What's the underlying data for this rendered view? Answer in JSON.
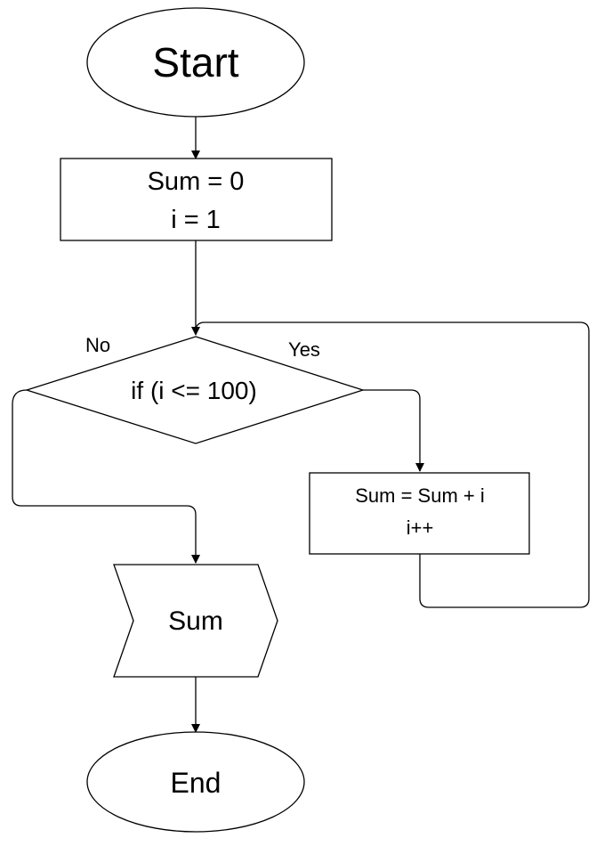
{
  "nodes": {
    "start": {
      "label": "Start"
    },
    "init": {
      "line1": "Sum = 0",
      "line2": "i = 1"
    },
    "decision": {
      "label": "if (i <= 100)"
    },
    "update": {
      "line1": "Sum = Sum + i",
      "line2": "i++"
    },
    "output": {
      "label": "Sum"
    },
    "end": {
      "label": "End"
    }
  },
  "edge_labels": {
    "no": "No",
    "yes": "Yes"
  },
  "colors": {
    "stroke": "#000000",
    "fill": "#ffffff"
  }
}
